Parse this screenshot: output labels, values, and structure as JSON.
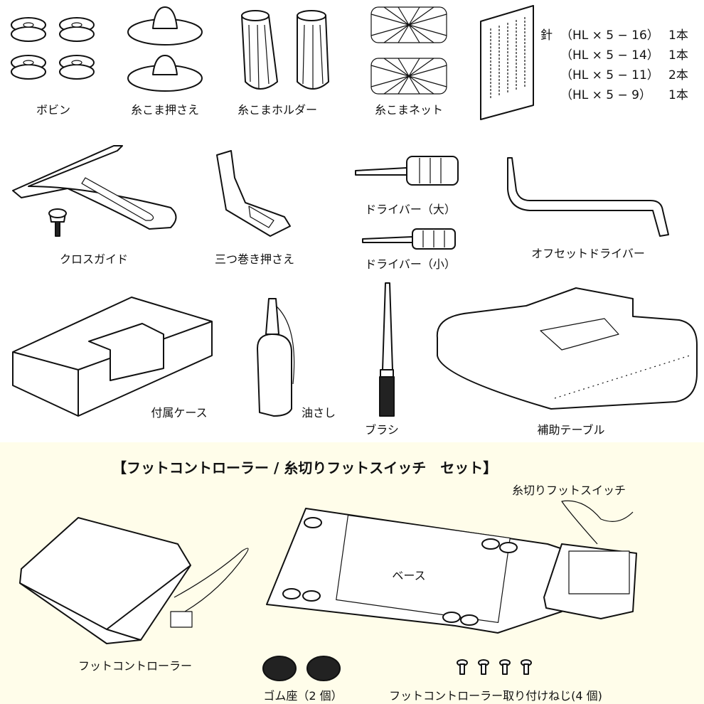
{
  "items": {
    "bobbin": "ボビン",
    "spool_cap": "糸こま押さえ",
    "spool_holder": "糸こまホルダー",
    "spool_net": "糸こまネット",
    "cloth_guide": "クロスガイド",
    "hemmer_foot": "三つ巻き押さえ",
    "screwdriver_large": "ドライバー（大）",
    "screwdriver_small": "ドライバー（小）",
    "offset_screwdriver": "オフセットドライバー",
    "case": "付属ケース",
    "oiler": "油さし",
    "brush": "ブラシ",
    "extension_table": "補助テーブル"
  },
  "needles": {
    "label": "針",
    "rows": [
      {
        "spec": "（HL × 5 − 16）",
        "qty": "1本"
      },
      {
        "spec": "（HL × 5 − 14）",
        "qty": "1本"
      },
      {
        "spec": "（HL × 5 − 11）",
        "qty": "2本"
      },
      {
        "spec": "（HL × 5 − 9）",
        "qty": "1本"
      }
    ]
  },
  "set": {
    "title": "【フットコントローラー / 糸切りフットスイッチ　セット】",
    "thread_cut_switch": "糸切りフットスイッチ",
    "base": "ベース",
    "foot_controller": "フットコントローラー",
    "rubber_feet": "ゴム座（2 個）",
    "screws": "フットコントローラー取り付けねじ(4 個)"
  },
  "colors": {
    "section_bg": "#fffdea"
  }
}
